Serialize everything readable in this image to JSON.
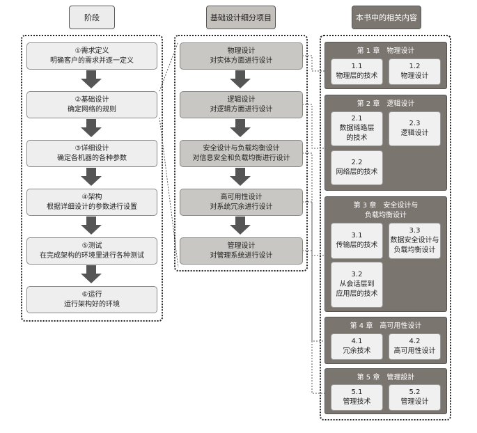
{
  "headers": {
    "stages": "阶段",
    "design": "基础设计细分项目",
    "book": "本书中的相关内容"
  },
  "stages": [
    {
      "line1": "①需求定义",
      "line2": "明确客户的需求并逐一定义"
    },
    {
      "line1": "②基础设计",
      "line2": "确定网络的规则"
    },
    {
      "line1": "③详细设计",
      "line2": "确定各机器的各种参数"
    },
    {
      "line1": "④架构",
      "line2": "根据详细设计的参数进行设置"
    },
    {
      "line1": "⑤测试",
      "line2": "在完成架构的环境里进行各种测试"
    },
    {
      "line1": "⑥运行",
      "line2": "运行架构好的环境"
    }
  ],
  "design_items": [
    {
      "line1": "物理设计",
      "line2": "对实体方面进行设计"
    },
    {
      "line1": "逻辑设计",
      "line2": "对逻辑方面进行设计"
    },
    {
      "line1": "安全设计与负载均衡设计",
      "line2": "对信息安全和负载均衡进行设计"
    },
    {
      "line1": "高可用性设计",
      "line2": "对系统冗余进行设计"
    },
    {
      "line1": "管理设计",
      "line2": "对管理系统进行设计"
    }
  ],
  "chapters": [
    {
      "title": "第 1 章　物理设计",
      "sections": [
        {
          "num": "1.1",
          "text": "物理层的技术"
        },
        {
          "num": "1.2",
          "text": "物理设计"
        }
      ]
    },
    {
      "title": "第 2 章　逻辑设计",
      "sections": [
        {
          "num": "2.1",
          "text": "数据链路层",
          "text2": "的技术"
        },
        {
          "num": "2.3",
          "text": "逻辑设计"
        },
        {
          "num": "2.2",
          "text": "网络层的技术"
        }
      ]
    },
    {
      "title": "第 3 章　安全设计与",
      "title2": "负载均衡设计",
      "sections": [
        {
          "num": "3.1",
          "text": "传输层的技术"
        },
        {
          "num": "3.3",
          "text": "数据安全设计与",
          "text2": "负载均衡设计"
        },
        {
          "num": "3.2",
          "text": "从会话层到",
          "text2": "应用层的技术"
        }
      ]
    },
    {
      "title": "第 4 章　高可用性设计",
      "sections": [
        {
          "num": "4.1",
          "text": "冗余技术"
        },
        {
          "num": "4.2",
          "text": "高可用性设计"
        }
      ]
    },
    {
      "title": "第 5 章　管理設計",
      "sections": [
        {
          "num": "5.1",
          "text": "管理技术"
        },
        {
          "num": "5.2",
          "text": "管理设计"
        }
      ]
    }
  ],
  "colors": {
    "stage_box": "#eeeeee",
    "design_box": "#c9c7c3",
    "chapter_box": "#7b7570",
    "section_box": "#f0f0f0",
    "arrow": "#555555"
  }
}
